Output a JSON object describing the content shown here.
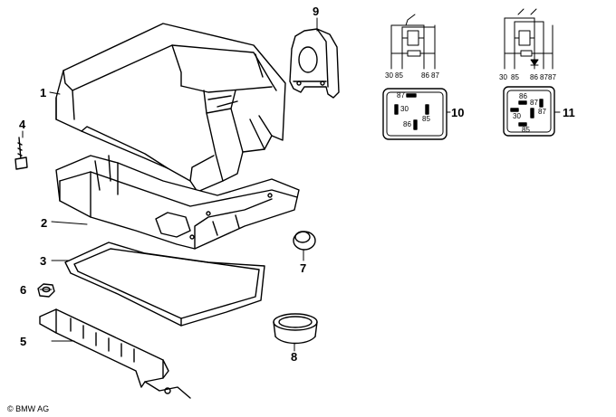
{
  "callouts": {
    "c1": "1",
    "c2": "2",
    "c3": "3",
    "c4": "4",
    "c5": "5",
    "c6": "6",
    "c7": "7",
    "c8": "8",
    "c9": "9",
    "c10": "10",
    "c11": "11"
  },
  "relay10": {
    "schematic_pins": [
      "30",
      "85",
      "86",
      "87"
    ],
    "face_pins": [
      "87",
      "30",
      "85",
      "86"
    ]
  },
  "relay11": {
    "schematic_pins": [
      "30",
      "85",
      "86",
      "87",
      "87"
    ],
    "face_pins": [
      "86",
      "87",
      "87",
      "30",
      "85"
    ]
  },
  "copyright": "© BMW AG"
}
